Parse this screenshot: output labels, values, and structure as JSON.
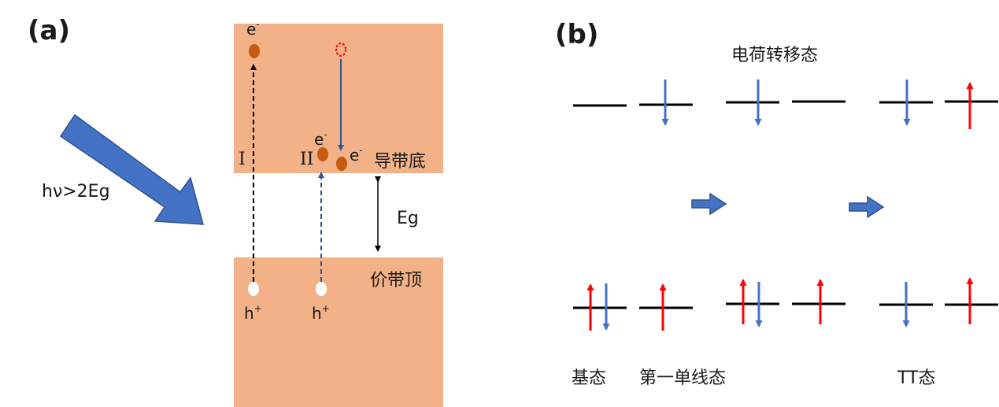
{
  "panel_a": {
    "label": "(a)",
    "photon": "hν>2Eg",
    "cb_label": "导带底",
    "vb_label": "价带顶",
    "gap_label": "Eg",
    "path1": "I",
    "path2": "II",
    "electron": "e",
    "electron_sup": "-",
    "hole": "h",
    "hole_sup": "+"
  },
  "panel_b": {
    "label": "(b)",
    "ct_label": "电荷转移态",
    "ground_label": "基态",
    "s1_label": "第一单线态",
    "tt_label": "TT态"
  },
  "colors": {
    "band": "#f2b186",
    "photon_arrow": "#4472c4",
    "electron": "#c55a11",
    "spin_up": "#ff0000",
    "spin_down": "#4472c4",
    "dashed_blue": "#2f5597",
    "excited_circle": "#ff0000"
  }
}
